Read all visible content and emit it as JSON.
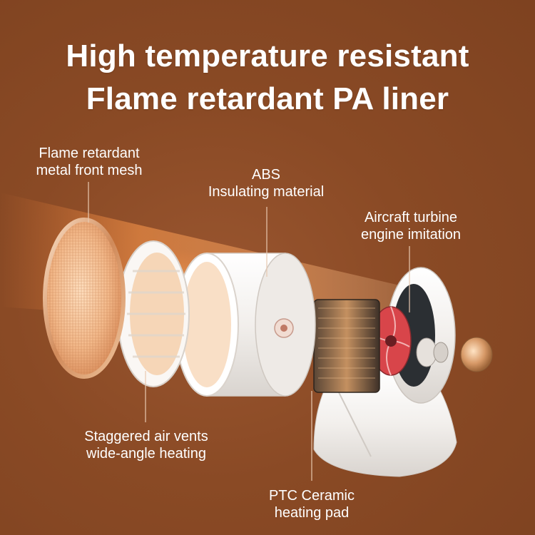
{
  "headline": {
    "line1": "High temperature resistant",
    "line2": "Flame retardant PA liner"
  },
  "callouts": {
    "front_mesh": {
      "line1": "Flame retardant",
      "line2": "metal front mesh"
    },
    "abs": {
      "line1": "ABS",
      "line2": "Insulating material"
    },
    "turbine": {
      "line1": "Aircraft turbine",
      "line2": "engine imitation"
    },
    "air_vents": {
      "line1": "Staggered air vents",
      "line2": "wide-angle heating"
    },
    "ptc": {
      "line1": "PTC Ceramic",
      "line2": "heating pad"
    }
  },
  "colors": {
    "background": "#8a4a25",
    "text": "#ffffff",
    "copper": "#e2a070",
    "heat_glow": "#ff8a3c",
    "shell_white": "#f1eeeb",
    "fan_red": "#d8454a"
  }
}
